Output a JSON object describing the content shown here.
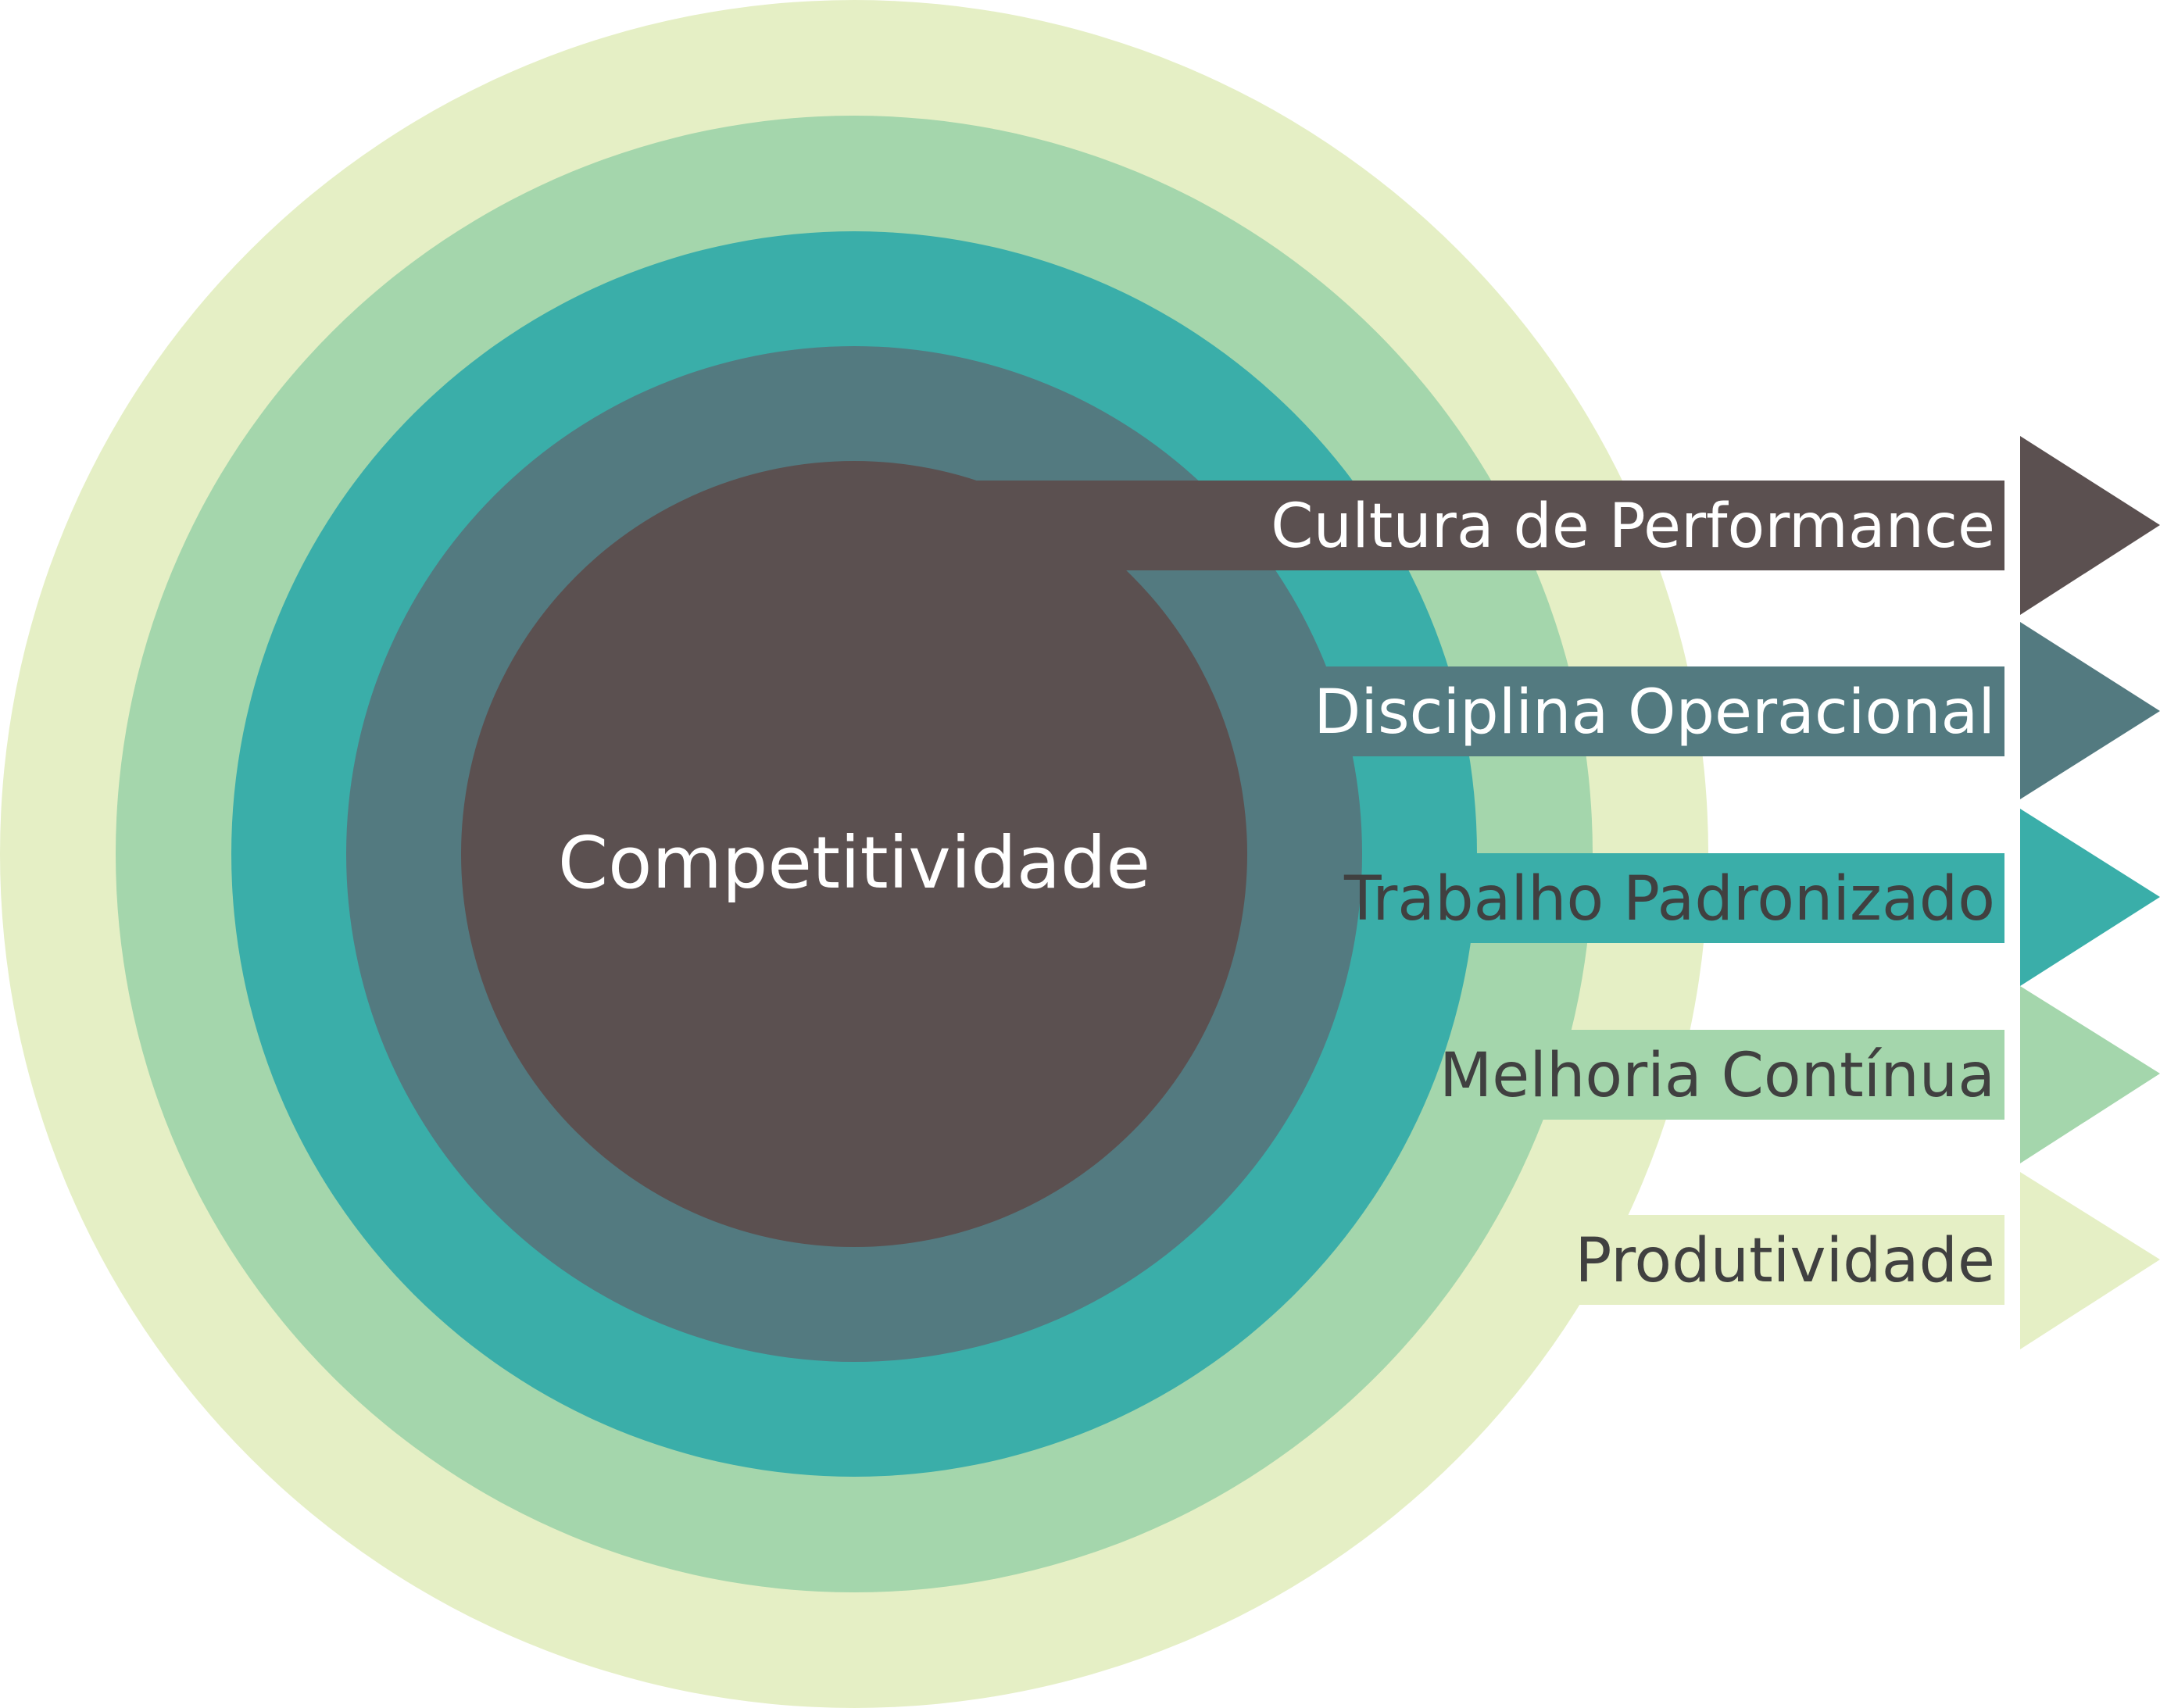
{
  "center_label": "Competitividade",
  "layers": [
    {
      "label": "Cultura de Performance",
      "color": "#5b5050",
      "text_color": "#ffffff"
    },
    {
      "label": "Disciplina Operacional",
      "color": "#537a80",
      "text_color": "#ffffff"
    },
    {
      "label": "Trabalho Padronizado",
      "color": "#3aaea9",
      "text_color": "#404040"
    },
    {
      "label": "Melhoria Contínua",
      "color": "#a4d6ac",
      "text_color": "#404040"
    },
    {
      "label": "Produtividade",
      "color": "#e5efc5",
      "text_color": "#404040"
    }
  ]
}
